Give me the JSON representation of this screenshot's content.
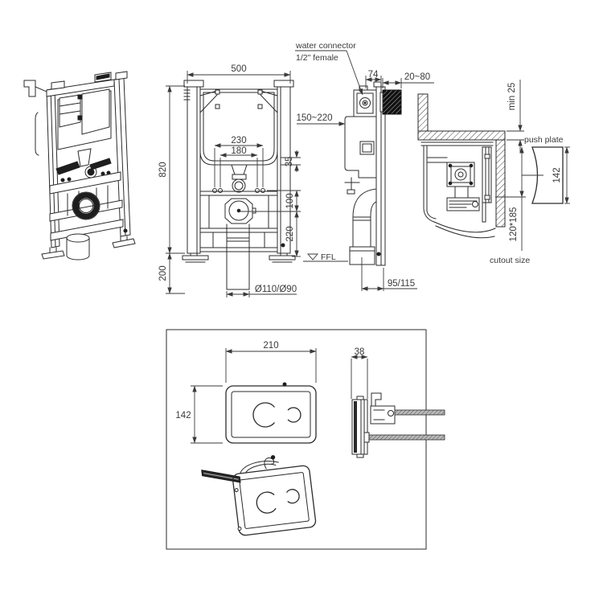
{
  "page": {
    "background": "#ffffff",
    "line_color": "#2b2b2b"
  },
  "annotations": {
    "water_connector_line1": "water connector",
    "water_connector_line2": "1/2\" female",
    "ffl_label": "FFL",
    "push_plate_label": "push plate",
    "cutout_size_label": "cutout size"
  },
  "front_view": {
    "frame_width": "500",
    "frame_height": "820",
    "leg_extension": "200",
    "fixing_spacing_wide": "230",
    "fixing_spacing_narrow": "180",
    "dim_35": "35",
    "dim_100": "100",
    "dim_220": "220",
    "outlet_pipe": "Ø110/Ø90"
  },
  "side_view": {
    "dim_74": "74",
    "wall_distance": "20~80",
    "depth_range": "150~220",
    "outlet_offset": "95/115"
  },
  "wall_section": {
    "min_cover": "min 25",
    "plate_height": "142",
    "cutout": "120*185"
  },
  "push_plate_detail": {
    "width": "210",
    "height": "142",
    "depth": "38"
  }
}
